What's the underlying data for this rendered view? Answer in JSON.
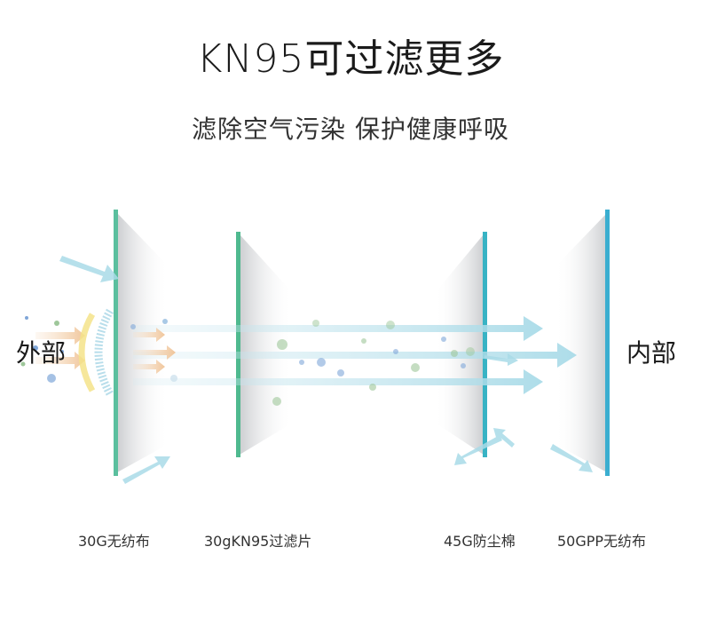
{
  "header": {
    "title": "KN95可过滤更多",
    "subtitle": "滤除空气污染 保护健康呼吸"
  },
  "sides": {
    "outside": "外部",
    "inside": "内部"
  },
  "layers": [
    {
      "label": "30G无纺布",
      "color": "#5bbf9e"
    },
    {
      "label": "30gKN95过滤片",
      "color": "#4fb98f"
    },
    {
      "label": "45G防尘棉",
      "color": "#38b3c4"
    },
    {
      "label": "50GPP无纺布",
      "color": "#3aaed0"
    }
  ],
  "colors": {
    "arrow": "#a9dbe8",
    "incoming_arrow": "#f0c59a",
    "particle_green": "#9ec79a",
    "particle_blue": "#7fa6d8",
    "shield_yellow": "#f5e38a",
    "shield_blue": "#a7d6e6"
  }
}
